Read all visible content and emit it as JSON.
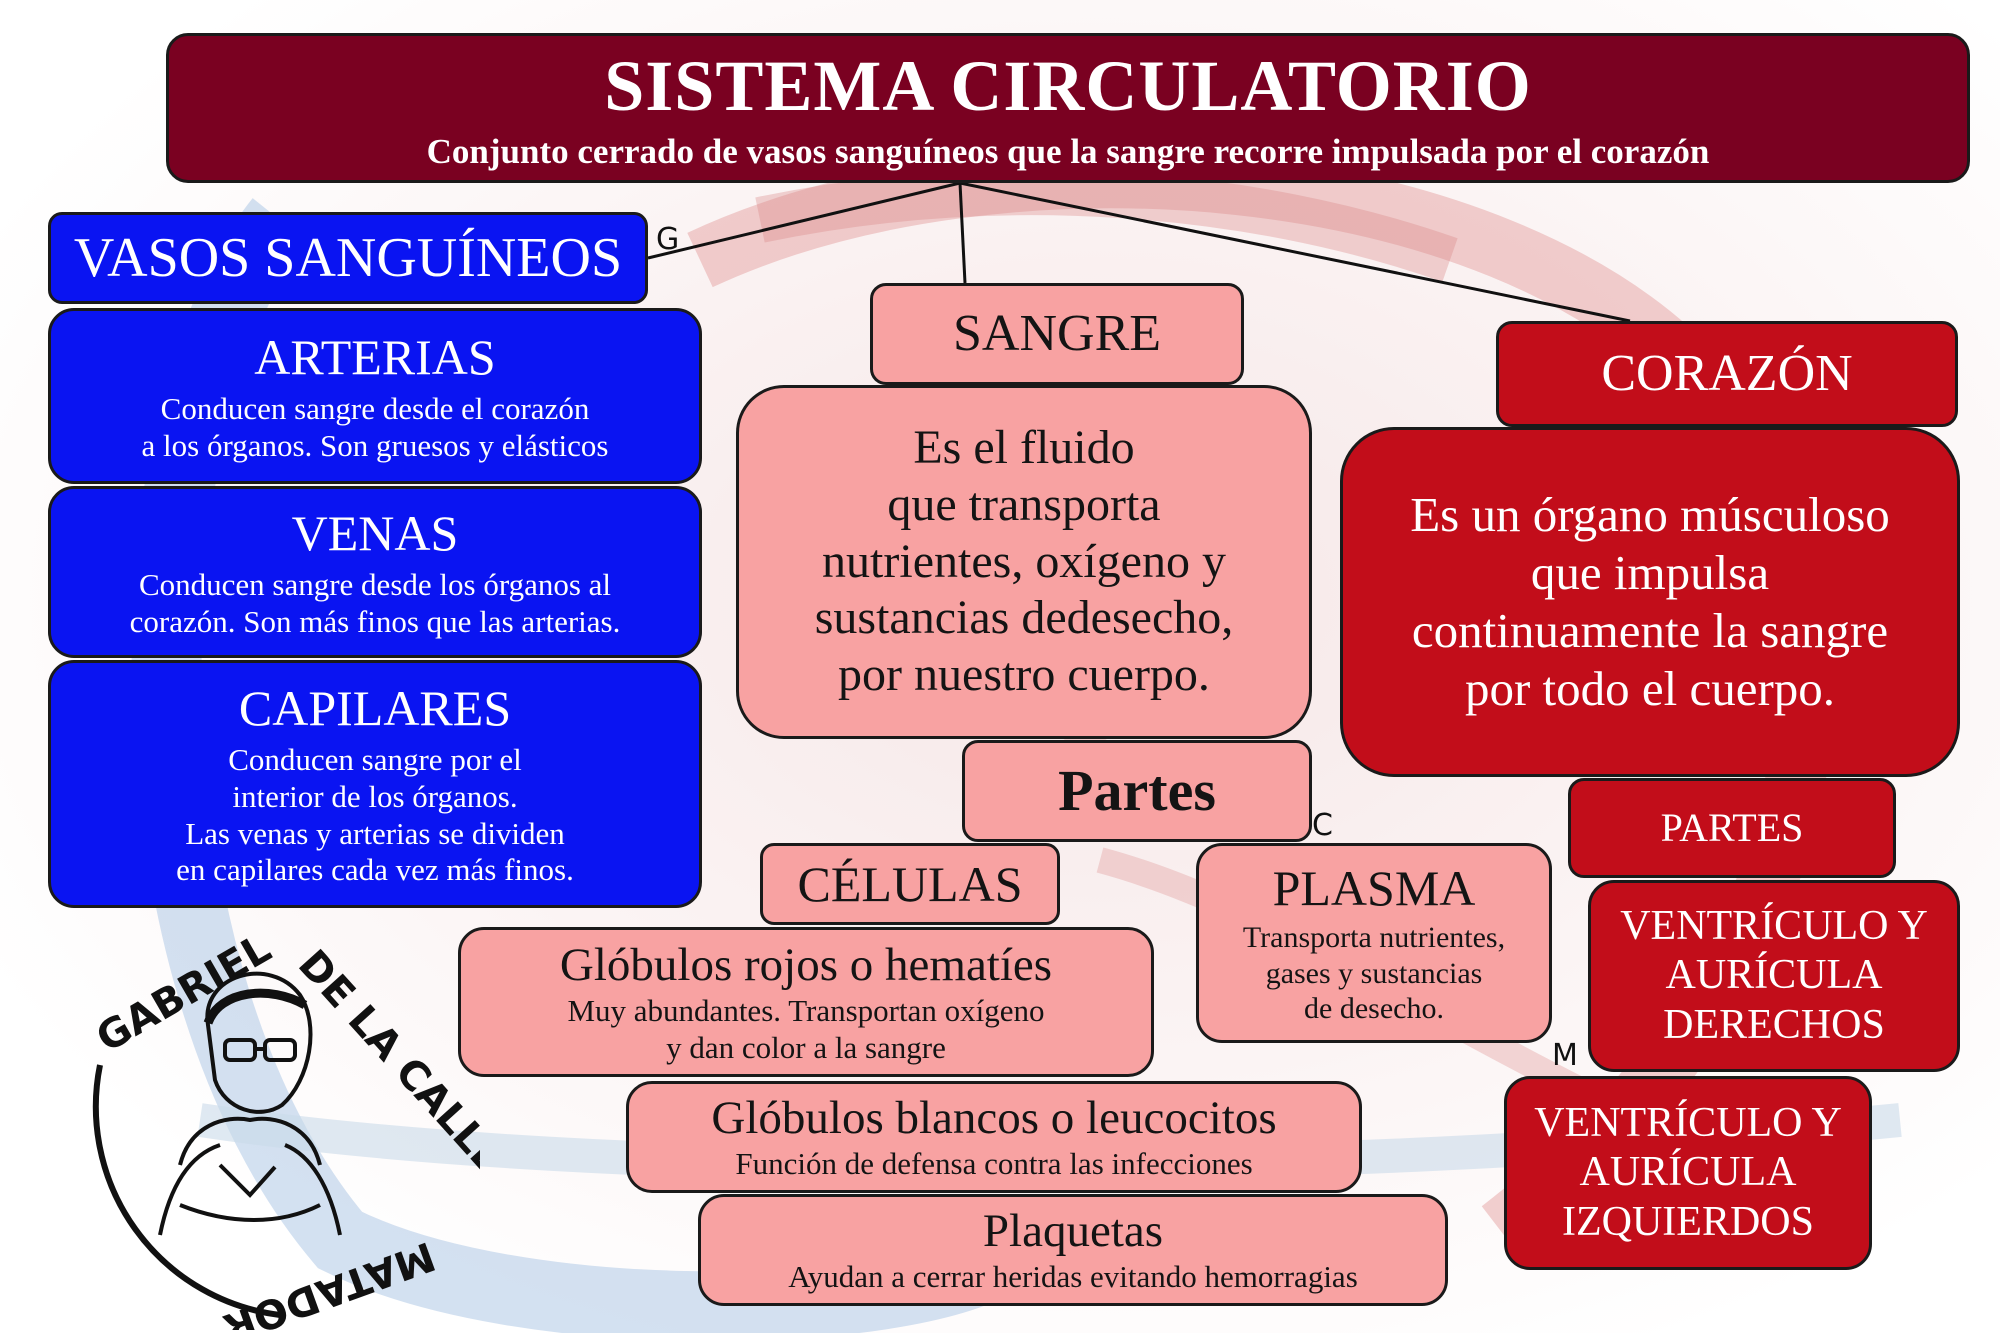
{
  "title": {
    "main": "SISTEMA CIRCULATORIO",
    "subtitle": "Conjunto cerrado de vasos sanguíneos que la sangre recorre impulsada por el corazón"
  },
  "vasos": {
    "header": "VASOS SANGUÍNEOS",
    "arterias": {
      "title": "ARTERIAS",
      "lines": [
        "Conducen sangre desde el corazón",
        "a los órganos. Son gruesos y elásticos"
      ]
    },
    "venas": {
      "title": "VENAS",
      "lines": [
        "Conducen sangre desde los órganos al",
        "corazón. Son más finos que las arterias."
      ]
    },
    "capilares": {
      "title": "CAPILARES",
      "lines": [
        "Conducen sangre por el",
        "interior de los órganos.",
        "Las venas y arterias se dividen",
        "en capilares cada vez más finos."
      ]
    }
  },
  "sangre": {
    "header": "SANGRE",
    "desc": [
      "Es el fluido",
      "que transporta",
      "nutrientes, oxígeno y",
      "sustancias dedesecho,",
      "por nuestro cuerpo."
    ],
    "partes": "Partes",
    "celulas": "CÉLULAS",
    "plasma": {
      "title": "PLASMA",
      "lines": [
        "Transporta nutrientes,",
        "gases y sustancias",
        "de desecho."
      ]
    },
    "rojos": {
      "title": "Glóbulos rojos o hematíes",
      "lines": [
        "Muy abundantes. Transportan oxígeno",
        "y dan color a la sangre"
      ]
    },
    "blancos": {
      "title": "Glóbulos blancos o leucocitos",
      "lines": [
        "Función de defensa contra las infecciones"
      ]
    },
    "plaquetas": {
      "title": "Plaquetas",
      "lines": [
        "Ayudan a cerrar heridas evitando hemorragias"
      ]
    }
  },
  "corazon": {
    "header": "CORAZÓN",
    "desc": [
      "Es un órgano músculoso",
      "que impulsa",
      "continuamente la sangre",
      "por todo el cuerpo."
    ],
    "partes": "PARTES",
    "derechos": [
      "VENTRÍCULO Y",
      "AURÍCULA",
      "DERECHOS"
    ],
    "izquierdos": [
      "VENTRÍCULO Y",
      "AURÍCULA",
      "IZQUIERDOS"
    ]
  },
  "marks": {
    "g": "G",
    "c": "C",
    "m": "M"
  },
  "logo": {
    "name1": "GABRIEL",
    "name2": "DE LA CALLE",
    "name3": "MATADOR"
  },
  "colors": {
    "title_bg": "#7a0121",
    "blue": "#0a14f2",
    "pink": "#f8a2a2",
    "red": "#c20d1a"
  }
}
